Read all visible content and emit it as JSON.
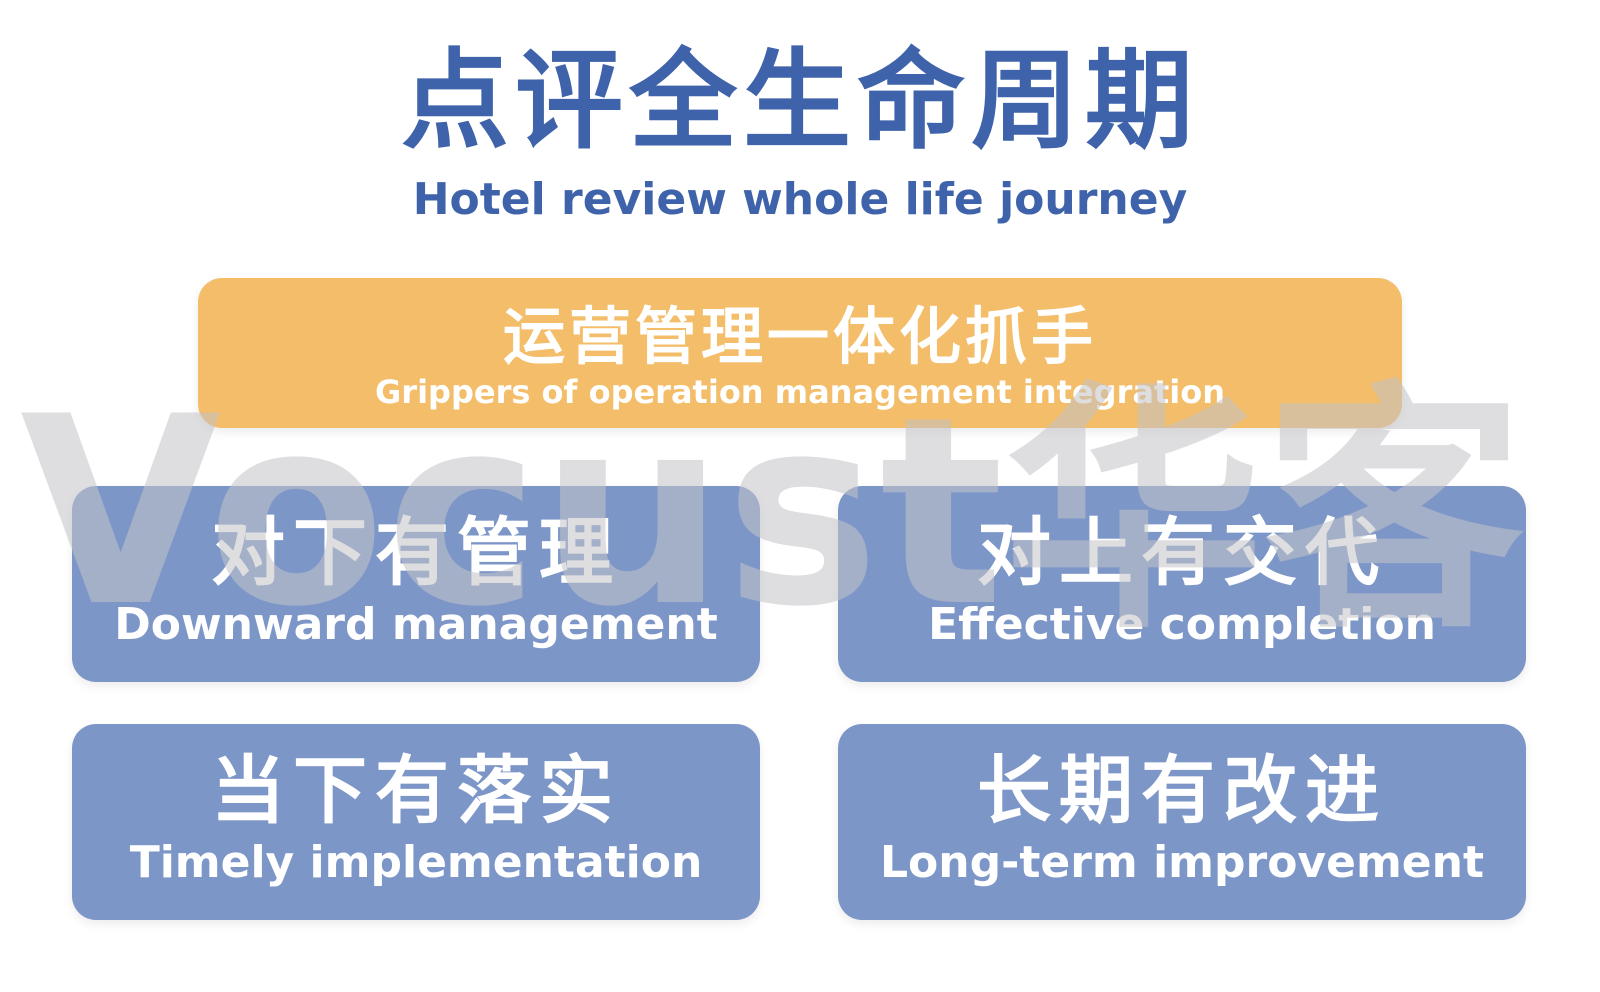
{
  "title": {
    "cn": "点评全生命周期",
    "en": "Hotel review whole life journey"
  },
  "top_box": {
    "cn": "运营管理一体化抓手",
    "en": "Grippers of operation management integration",
    "color": "#f3bd69"
  },
  "cards": [
    {
      "cn": "对下有管理",
      "en": "Downward management"
    },
    {
      "cn": "对上有交代",
      "en": "Effective completion"
    },
    {
      "cn": "当下有落实",
      "en": "Timely implementation"
    },
    {
      "cn": "长期有改进",
      "en": "Long-term improvement"
    }
  ],
  "watermark": "Vocust华客",
  "colors": {
    "title": "#3f63aa",
    "card": "#7d96c8",
    "accent": "#f3bd69"
  }
}
